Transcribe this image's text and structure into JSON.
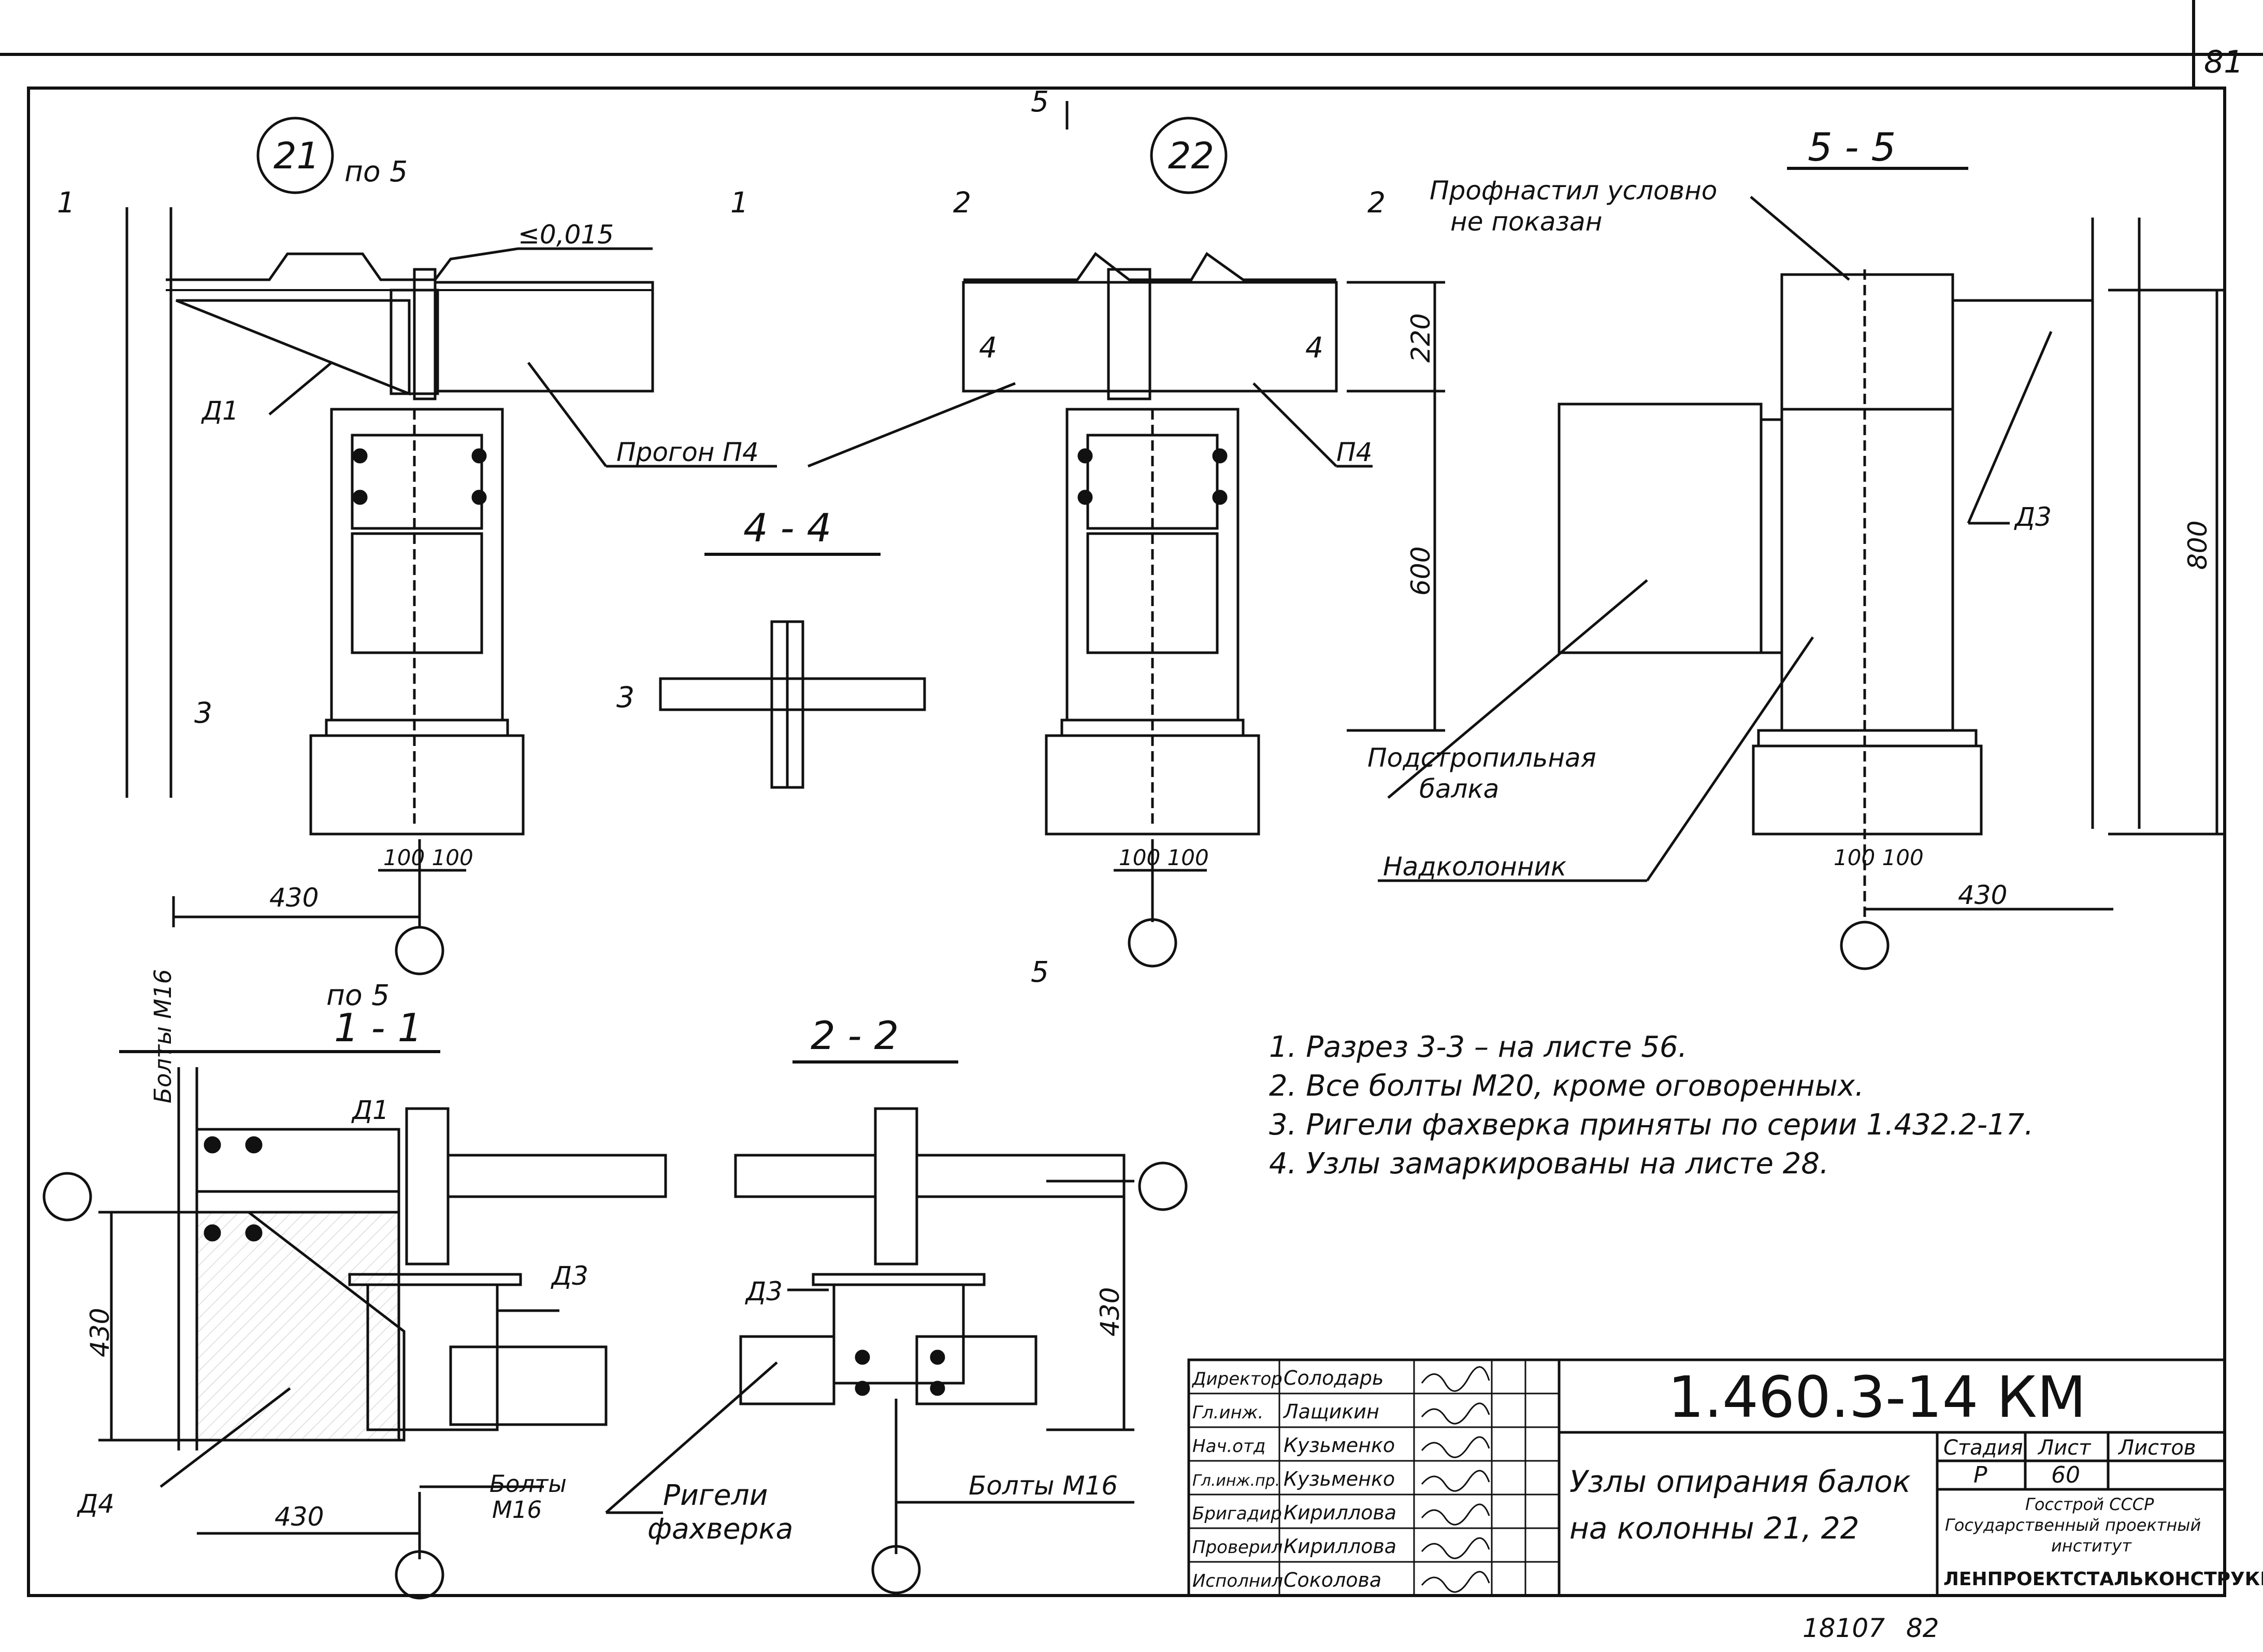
{
  "sheet_number_corner": "81",
  "footer": {
    "archive_number": "18107",
    "page": "82"
  },
  "nodes": {
    "node_21": "21",
    "node_22": "22",
    "section_ref_21": "по 5",
    "section_ref_11": "по 5"
  },
  "sections": {
    "s44": "4 - 4",
    "s55": "5 - 5",
    "s11": "1 - 1",
    "s22": "2 - 2",
    "mark_5": "5",
    "mark_1": "1",
    "mark_2": "2",
    "mark_3": "3",
    "mark_4": "4"
  },
  "labels": {
    "slope": "≤0,015",
    "purlin_p4": "Прогон П4",
    "p4": "П4",
    "d1": "Д1",
    "d3": "Д3",
    "d4": "Д4",
    "prof_1": "Профнастил условно",
    "prof_2": "не показан",
    "rafter_1": "Подстропильная",
    "rafter_2": "балка",
    "nadkol": "Надколонник",
    "bolts_m16_vertical": "Болты М16",
    "bolts_1": "Болты",
    "bolts_2": "М16",
    "bolts_m16": "Болты М16",
    "rigeli_1": "Ригели",
    "rigeli_2": "фахверка"
  },
  "dimensions": {
    "d220": "220",
    "d600": "600",
    "d800": "800",
    "d100a": "100",
    "d100b": "100",
    "d430": "430"
  },
  "notes": [
    "1. Разрез 3-3 – на листе 56.",
    "2. Все болты М20, кроме оговоренных.",
    "3. Ригели фахверка приняты по серии    1.432.2-17.",
    "4. Узлы замаркированы на листе 28."
  ],
  "title_block": {
    "code": "1.460.3-14 КМ",
    "title_1": "Узлы опирания балок",
    "title_2": "на колонны 21, 22",
    "roles": [
      "Директор",
      "Гл.инж.",
      "Нач.отд",
      "Гл.инж.пр.",
      "Бригадир",
      "Проверил",
      "Исполнил"
    ],
    "names": [
      "Солодарь",
      "Лащикин",
      "Кузьменко",
      "Кузьменко",
      "Кириллова",
      "Кириллова",
      "Соколова"
    ],
    "h_stage": "Стадия",
    "h_sheet": "Лист",
    "h_sheets": "Листов",
    "stage": "Р",
    "sheet": "60",
    "org_1": "Госстрой СССР",
    "org_2": "Государственный проектный",
    "org_3": "институт",
    "org_4": "ЛЕНПРОЕКТСТАЛЬКОНСТРУКЦИЯ"
  }
}
